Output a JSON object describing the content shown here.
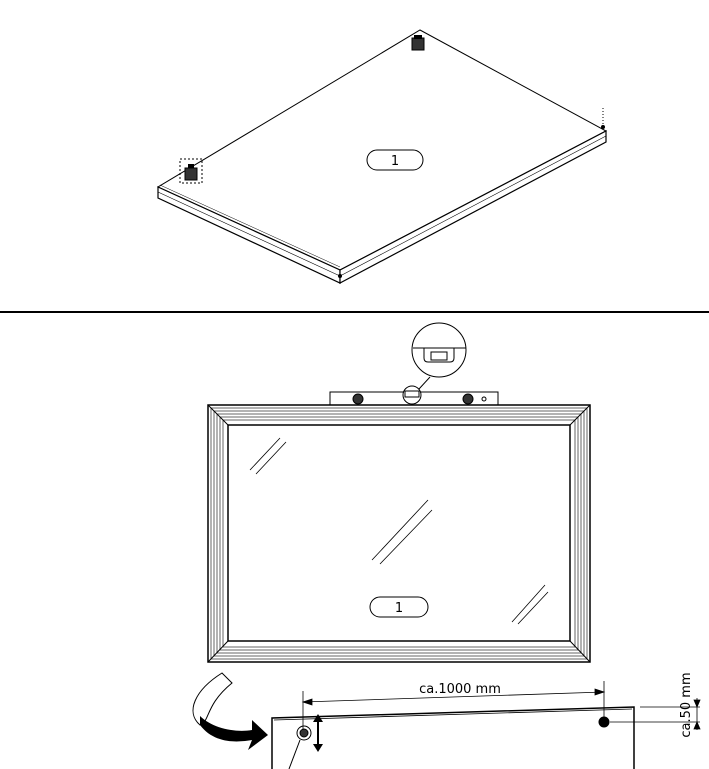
{
  "step1": {
    "part_label": "1"
  },
  "step2": {
    "part_label": "1",
    "dimension_width": "ca.1000 mm",
    "dimension_height": "ca.50 mm"
  }
}
